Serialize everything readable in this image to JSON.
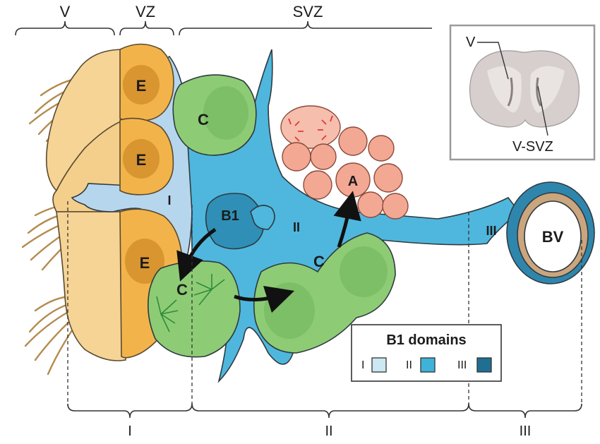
{
  "top_regions": {
    "v": "V",
    "vz": "VZ",
    "svz": "SVZ"
  },
  "cells": {
    "e1": "E",
    "e2": "E",
    "e3": "E",
    "c_top": "C",
    "b1": "B1",
    "c_left": "C",
    "c_mid": "C",
    "a": "A",
    "bv": "BV"
  },
  "domain_labels_on_cell": {
    "one": "I",
    "two": "II",
    "three": "III"
  },
  "inset": {
    "v_label": "V",
    "vsvz_label": "V-SVZ"
  },
  "legend": {
    "title": "B1 domains",
    "items": [
      {
        "label": "I",
        "color": "#cde7f3"
      },
      {
        "label": "II",
        "color": "#3fb2d9"
      },
      {
        "label": "III",
        "color": "#1f6f93"
      }
    ]
  },
  "bottom_domains": {
    "one": "I",
    "two": "II",
    "three": "III"
  },
  "colors": {
    "ependymal": "#f0b94a",
    "ependymal_nucleus": "#d99530",
    "b1_light": "#a9cfe9",
    "b1_mid": "#49b3da",
    "b1_dark": "#2a84a9",
    "c_cell": "#8fcc78",
    "a_cell": "#f3a894",
    "outline": "#2f3a40"
  }
}
